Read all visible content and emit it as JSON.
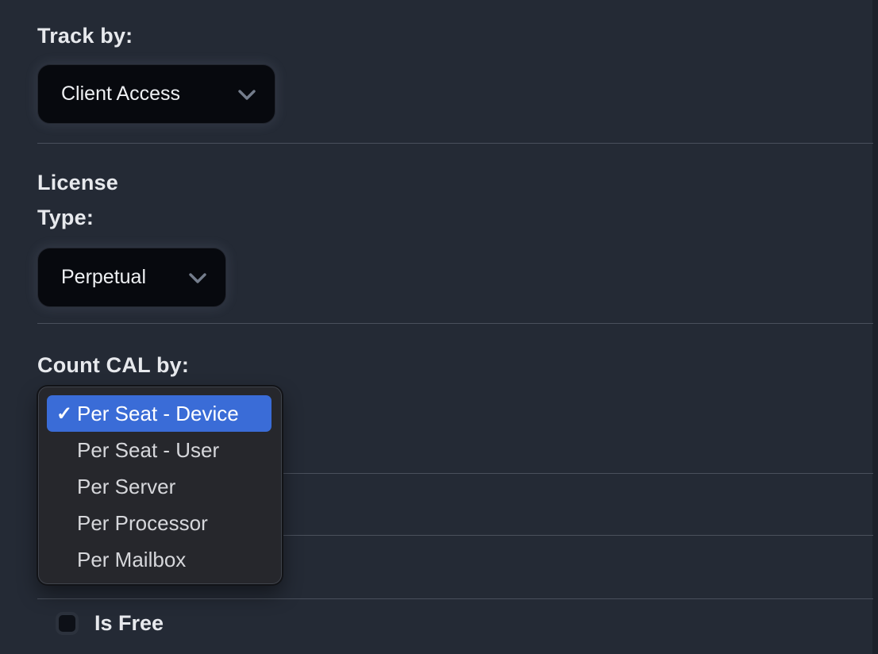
{
  "panel": {
    "fields": {
      "track_by": {
        "label": "Track by:",
        "value": "Client Access"
      },
      "license_type": {
        "label": "License Type:",
        "value": "Perpetual"
      },
      "count_cal_by": {
        "label": "Count CAL by:",
        "value": "Per Seat - Device"
      }
    },
    "count_cal_options": [
      "Per Seat - Device",
      "Per Seat - User",
      "Per Server",
      "Per Processor",
      "Per Mailbox"
    ],
    "count_cal_selected_index": 0,
    "is_free": {
      "label": "Is Free",
      "checked": false
    },
    "icons": {
      "chevron_down": "chevron-down-icon",
      "checkmark": "✓"
    }
  },
  "colors": {
    "background": "#242a35",
    "select_background": "#07090e",
    "menu_background": "#26272c",
    "selected_option": "#3a6cd7",
    "divider": "#4a505c",
    "label_text": "#e7e9ed",
    "menu_text": "#d6d7db"
  }
}
